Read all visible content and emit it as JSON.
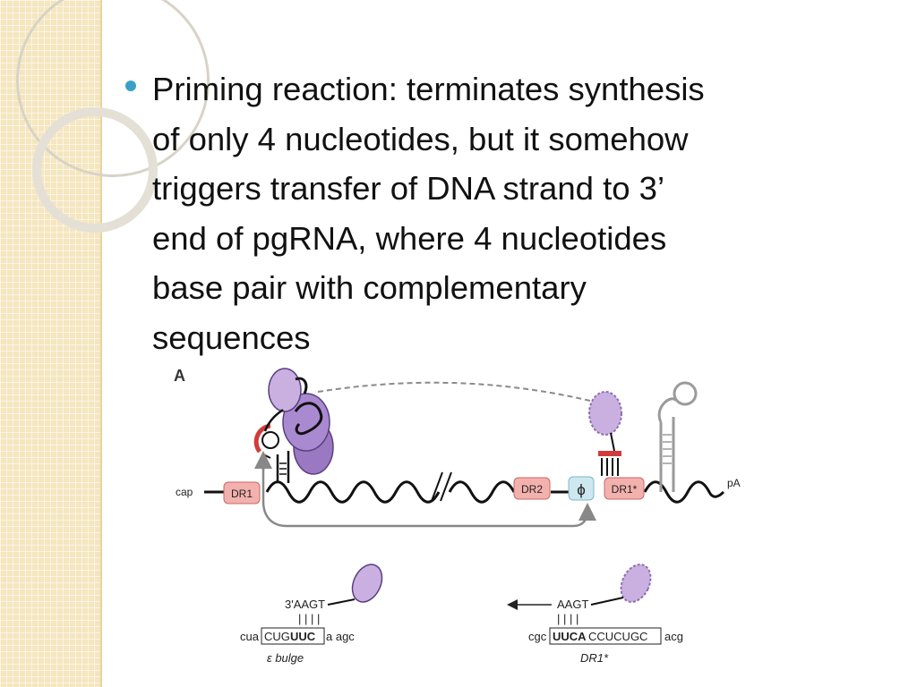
{
  "slide": {
    "bullet_text": "Priming reaction: terminates synthesis\nof only 4 nucleotides, but it somehow\ntriggers transfer of DNA strand to 3’\nend of pgRNA, where 4 nucleotides\nbase pair with complementary\nsequences",
    "colors": {
      "bullet": "#39a0c9",
      "band": "#f4e6bf",
      "protein": "#b58fd0"
    }
  },
  "figure": {
    "panel_label": "A",
    "labels": {
      "cap": "cap",
      "pA": "pA",
      "dr1": "DR1",
      "dr2": "DR2",
      "phi": "ϕ",
      "dr1_star": "DR1*"
    },
    "left_seq": {
      "primer": "3'AAGT",
      "pairs": "| | | |",
      "pre": "cua",
      "box_a": "CUG",
      "box_bold": "UUC",
      "post": "a agc",
      "caption": "ε bulge"
    },
    "right_seq": {
      "primer": "AAGT",
      "pairs": "| | | |",
      "pre": "cgc",
      "box_bold": "UUCA",
      "box_rest": "CCUCUGC",
      "post": "acg",
      "caption": "DR1*"
    }
  }
}
